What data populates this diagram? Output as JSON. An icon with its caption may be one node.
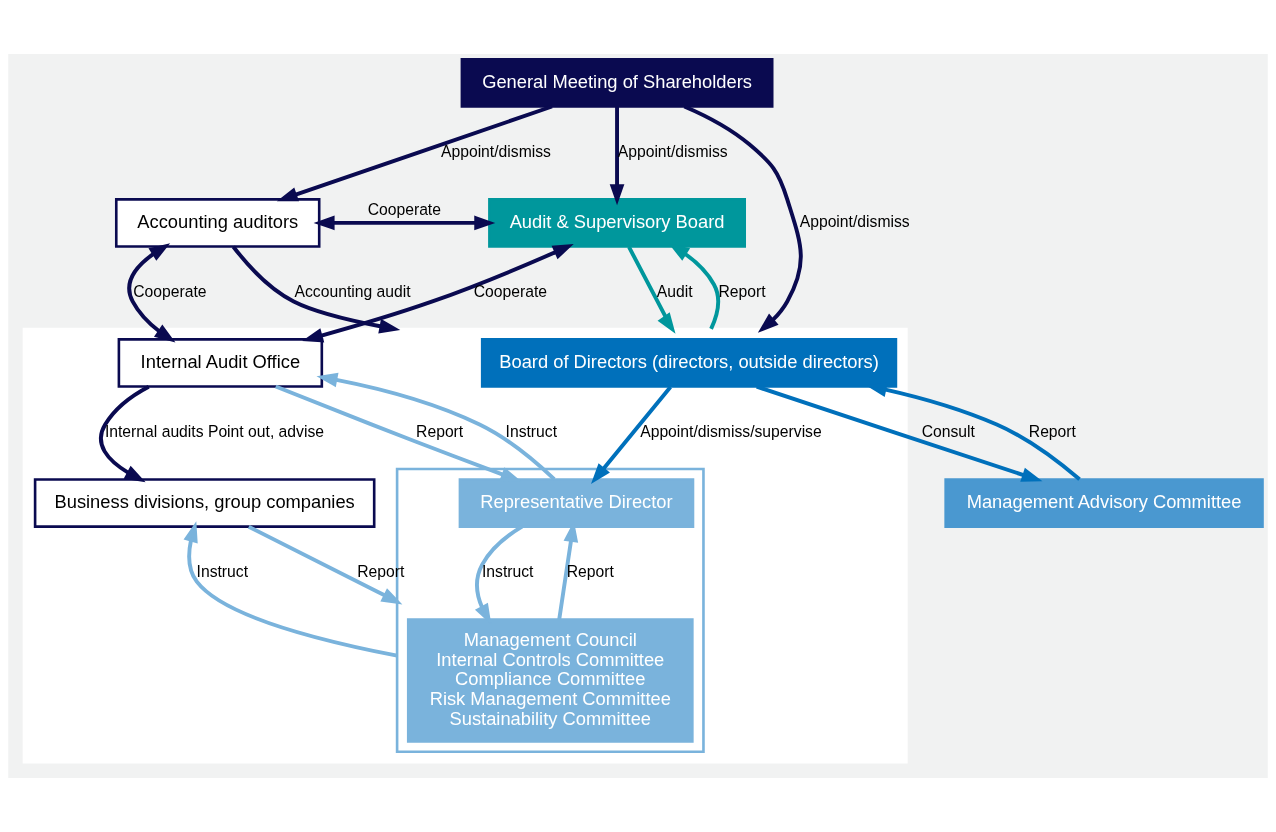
{
  "diagram": {
    "nodes": [
      {
        "text": [
          "General Meeting of Shareholders"
        ]
      },
      {
        "text": [
          "Accounting auditors"
        ]
      },
      {
        "text": [
          "Audit & Supervisory Board"
        ]
      },
      {
        "text": [],
        "shape": "box"
      },
      {
        "text": [
          "Board of Directors (directors, outside directors)"
        ],
        "in": 3
      },
      {
        "text": [
          "Management Advisory Committee"
        ]
      },
      {
        "text": [
          "Internal Audit Office"
        ],
        "in": 3
      },
      {
        "text": [],
        "shape": "box",
        "in": 3
      },
      {
        "text": [
          "Representative Director"
        ],
        "in": 7
      },
      {
        "text": [
          "Management Council",
          "Internal Controls Committee",
          "Compliance Committee",
          "Risk Management Committee",
          "Sustainability Committee"
        ],
        "in": 7
      },
      {
        "text": [
          "Business divisions, group companies"
        ],
        "in": 3
      }
    ],
    "edges": [
      {
        "from": 0,
        "to": 1,
        "arrow": "to",
        "label": "Appoint/dismiss"
      },
      {
        "from": 0,
        "to": 2,
        "arrow": "to",
        "label": "Appoint/dismiss"
      },
      {
        "from": 0,
        "to": 3,
        "arrow": "to",
        "label": "Appoint/dismiss"
      },
      {
        "from": 2,
        "to": 3,
        "arrow": "to",
        "label": "Audit",
        "color": "#00979c"
      },
      {
        "from": 1,
        "to": 2,
        "arrow": "both",
        "label": "Cooperate"
      },
      {
        "from": 4,
        "to": 5,
        "arrow": "to",
        "label": "Consult",
        "color": "#0070bb"
      },
      {
        "from": 5,
        "to": 4,
        "arrow": "to",
        "label": "Report",
        "color": "#0070bb"
      },
      {
        "from": 4,
        "to": 8,
        "arrow": "to",
        "label": "Appoint/dismiss/supervise",
        "color": "#0070bb"
      },
      {
        "from": 6,
        "to": 8,
        "arrow": "to",
        "label": "Report",
        "color": "#7ab3dc"
      },
      {
        "from": 3,
        "to": 2,
        "arrow": "to",
        "label": "Report",
        "color": "#00979c"
      },
      {
        "from": 8,
        "to": 6,
        "arrow": "to",
        "label": "Instruct",
        "color": "#7ab3dc"
      },
      {
        "from": 8,
        "to": 9,
        "arrow": "to",
        "label": "Instruct",
        "color": "#7ab3dc"
      },
      {
        "from": 9,
        "to": 8,
        "arrow": "to",
        "label": "Report",
        "color": "#7ab3dc"
      },
      {
        "from": 2,
        "to": 6,
        "arrow": "both",
        "label": "Cooperate"
      },
      {
        "from": 1,
        "to": 6,
        "arrow": "both",
        "label": "Cooperate"
      },
      {
        "from": 7,
        "to": 10,
        "arrow": "to",
        "label": "Instruct",
        "color": "#7ab3dc"
      },
      {
        "from": 10,
        "to": 7,
        "arrow": "to",
        "label": "Report",
        "color": "#7ab3dc"
      },
      {
        "from": 1,
        "to": 3,
        "arrow": "to",
        "label": "Accounting audit"
      },
      {
        "from": 6,
        "to": 10,
        "arrow": "to",
        "label": "Internal audits Point out, advise"
      }
    ]
  }
}
